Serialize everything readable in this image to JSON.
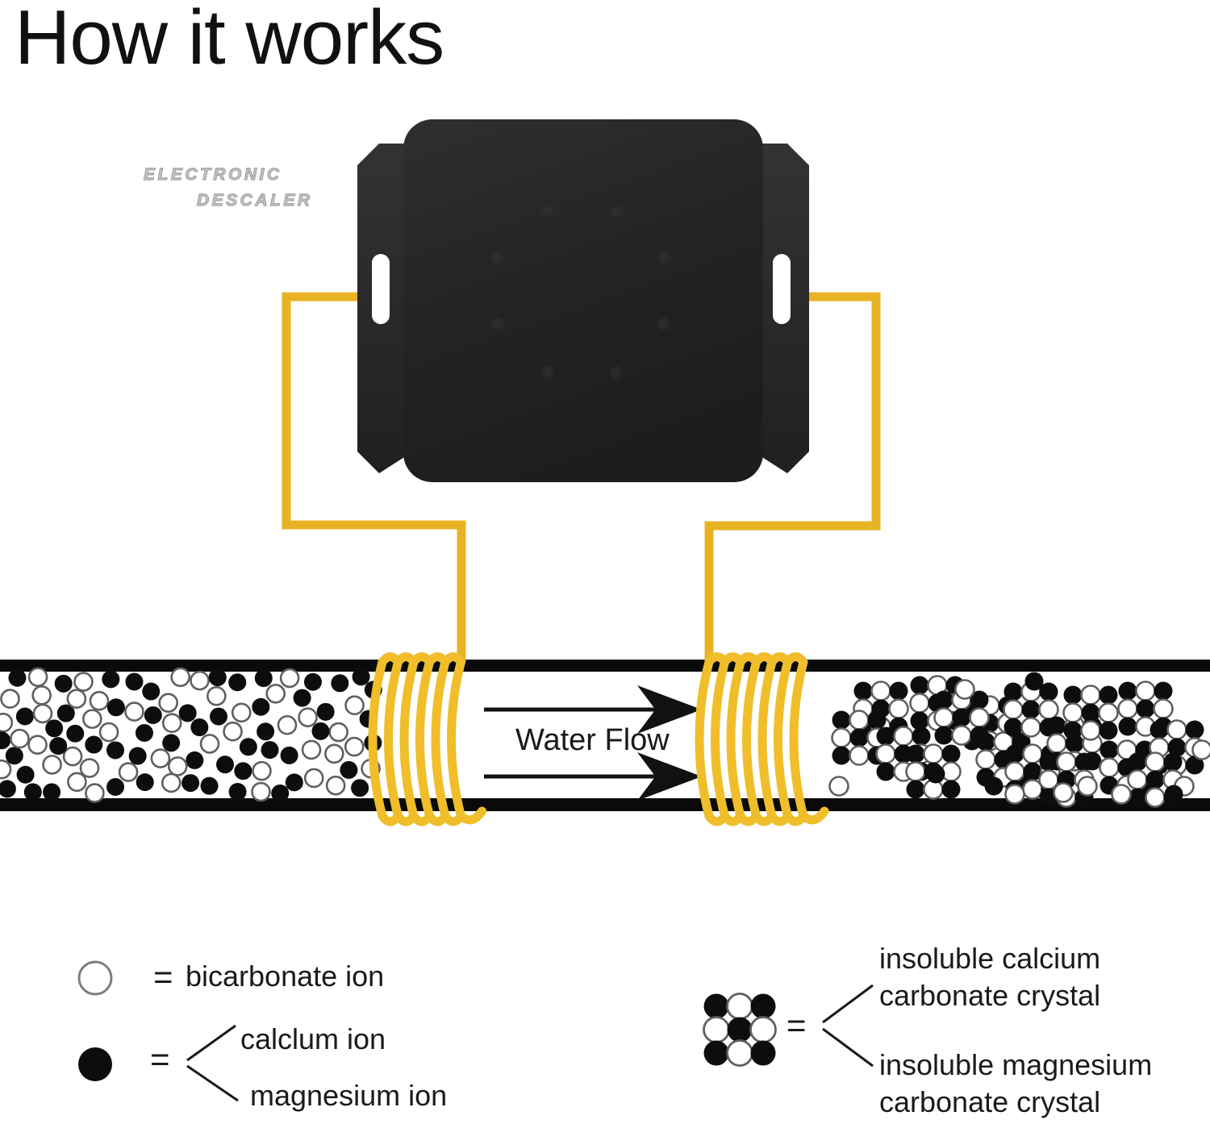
{
  "title": "How it works",
  "device": {
    "brand_line_1": "ELECTRONIC",
    "brand_line_2": "DESCALER",
    "body_color": "#262626",
    "flange_color": "#2e2e2e"
  },
  "wire": {
    "color": "#E8B323",
    "coil_color": "#EFBE2A",
    "left_coil_turns": 6,
    "right_coil_turns": 7
  },
  "pipe": {
    "wall_color": "#0a0a0a",
    "interior_color": "#ffffff",
    "flow_label": "Water Flow",
    "arrow_count": 2,
    "arrow_direction": "right"
  },
  "legend_left": {
    "bicarbonate": {
      "marker": "open-circle",
      "equals": "=",
      "label": "bicarbonate ion"
    },
    "filled": {
      "marker": "filled-circle",
      "equals": "=",
      "label_1": "calclum ion",
      "label_2": "magnesium ion"
    }
  },
  "legend_right": {
    "marker": "crystal-cluster",
    "equals": "=",
    "cluster_pattern": [
      [
        "filled",
        "open",
        "filled"
      ],
      [
        "open",
        "filled",
        "open"
      ],
      [
        "filled",
        "open",
        "filled"
      ]
    ],
    "label_1_line_1": "insoluble calcium",
    "label_1_line_2": "carbonate crystal",
    "label_2_line_1": "insoluble magnesium",
    "label_2_line_2": "carbonate crystal"
  },
  "chart_data": {
    "type": "diagram",
    "title": "How it works",
    "description_sections": [
      "electronic descaler unit",
      "induction coils on pipe",
      "untreated water particles",
      "treated water crystals",
      "legend"
    ]
  }
}
